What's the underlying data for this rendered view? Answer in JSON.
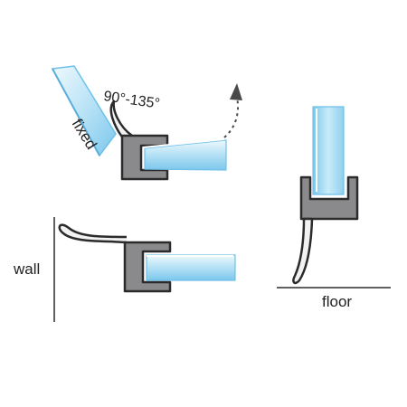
{
  "labels": {
    "fixed": "fixed",
    "angle": "90°-135°",
    "wall": "wall",
    "floor": "floor"
  },
  "colors": {
    "glass_light": "#dff3fb",
    "glass_mid": "#a9dcf4",
    "glass_edge": "#6fc0e8",
    "seal_fill": "#8a8a8c",
    "seal_stroke": "#2b2b2b",
    "line": "#2b2b2b",
    "arrow": "#4a4a4a"
  },
  "icons": {
    "rotation_arrow": "dotted-curved-arrow-icon"
  }
}
